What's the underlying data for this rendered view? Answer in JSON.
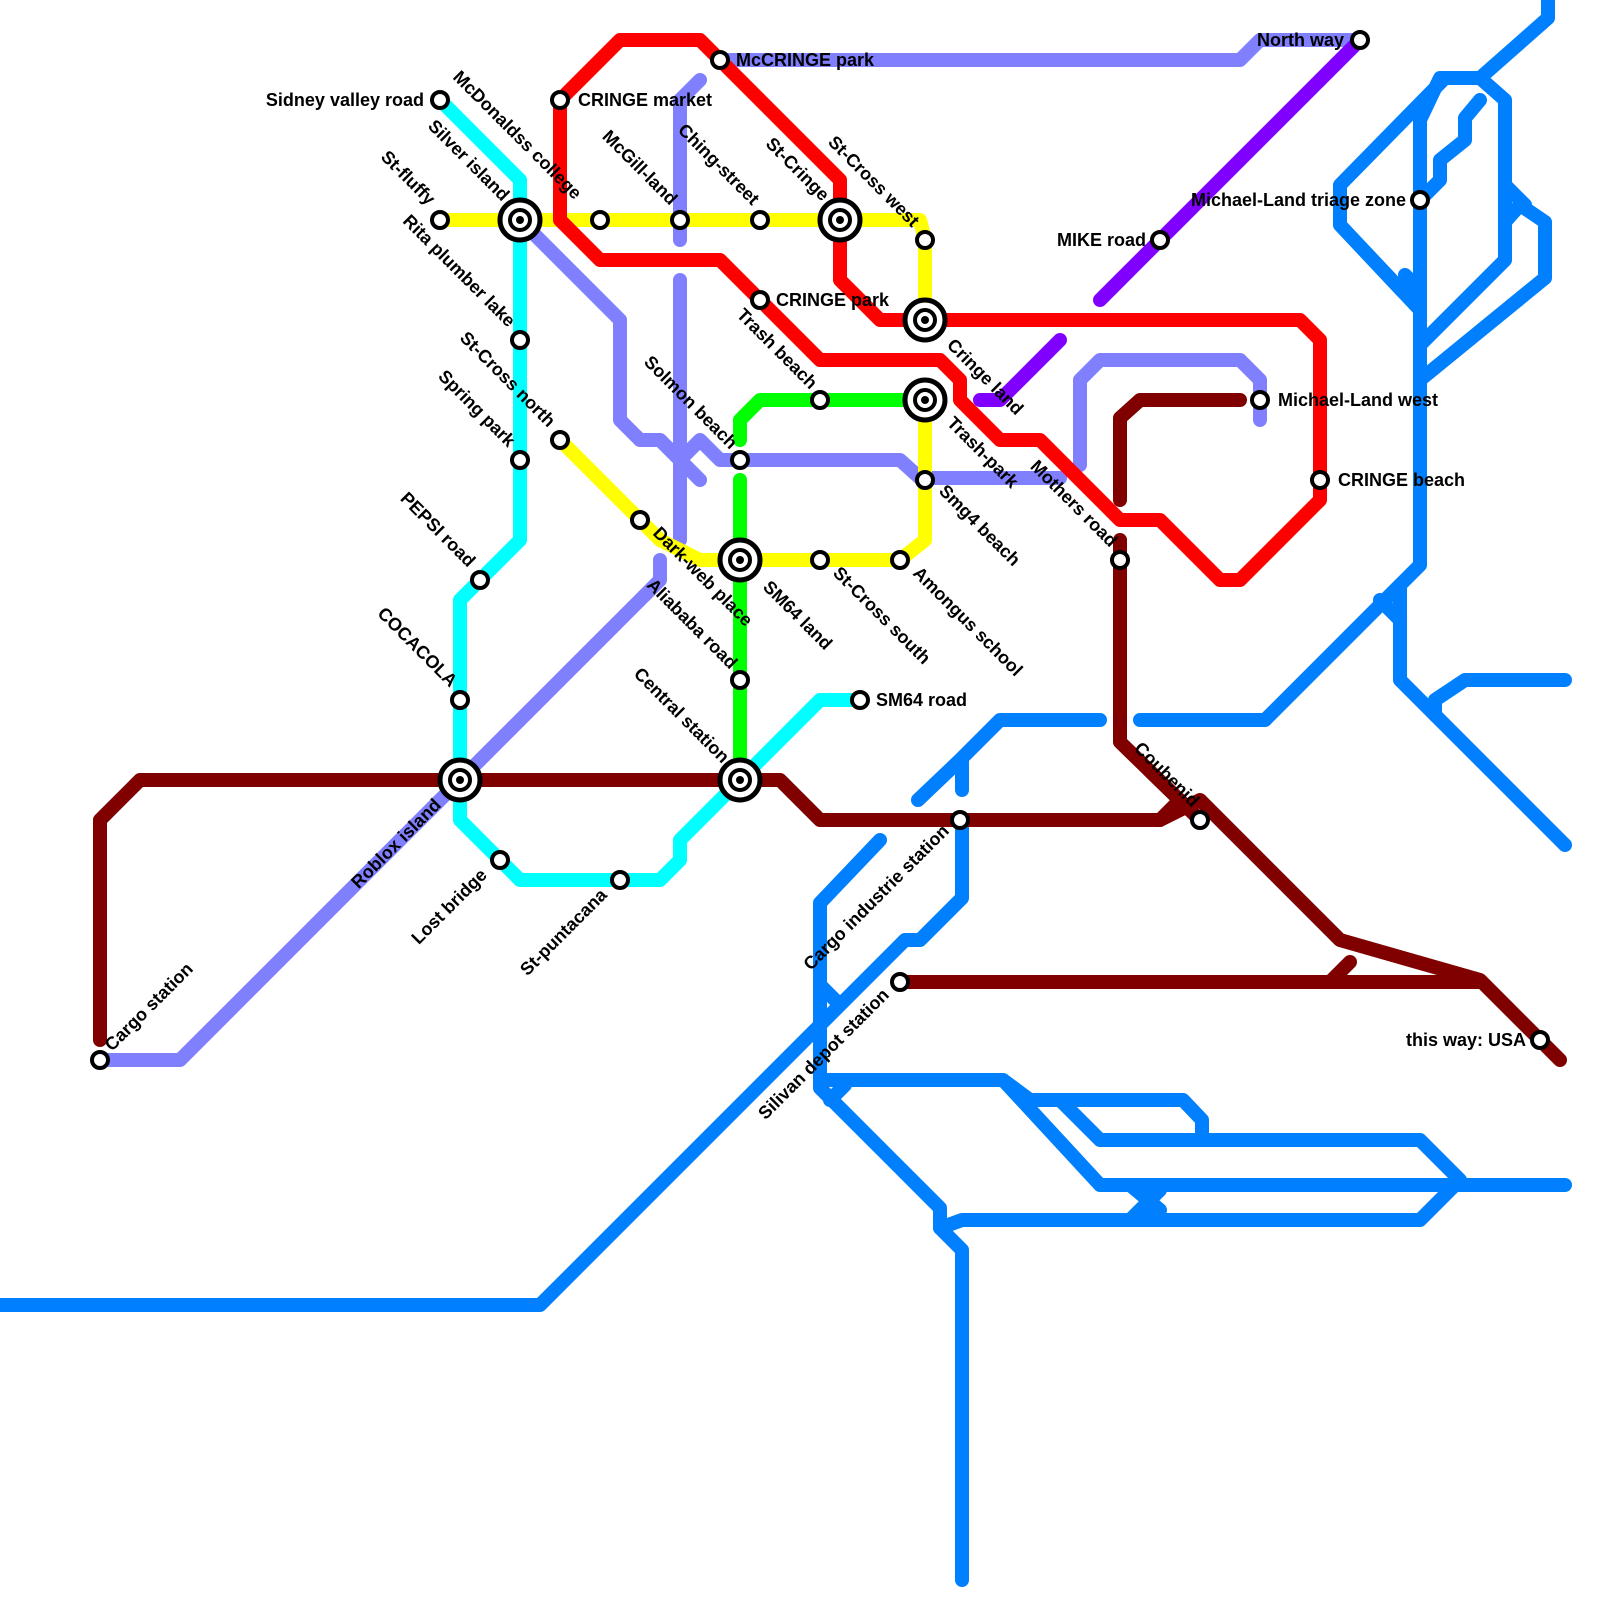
{
  "map": {
    "colors": {
      "red": "#ff0000",
      "periwinkle": "#8080ff",
      "cyan": "#00ffff",
      "yellow": "#ffff00",
      "green": "#00ff00",
      "purple": "#8000ff",
      "maroon": "#800000",
      "blue": "#0080ff"
    },
    "stations": {
      "sidney_valley_road": "Sidney valley road",
      "mcdonaldss_college": "McDonaldss college",
      "silver_island": "Silver island",
      "st_fluffy": "St-fluffy",
      "rita_plumber_lake": "Rita plumber lake",
      "st_cross_north": "St-Cross north",
      "spring_park": "Spring park",
      "pepsi_road": "PEPSI road",
      "cocacola": "COCACOLA",
      "roblox_island": "Roblox island",
      "cargo_station": "Cargo station",
      "lost_bridge": "Lost bridge",
      "st_puntacana": "St-puntacana",
      "cringe_market": "CRINGE market",
      "mccringe_park": "McCRINGE park",
      "north_way": "North way",
      "mcgill_land": "McGill-land",
      "ching_street": "Ching-street",
      "st_cringe": "St-Cringe",
      "st_cross_west": "St-Cross west",
      "cringe_park": "CRINGE park",
      "trash_beach": "Trash beach",
      "solmon_beach": "Solmon beach",
      "dark_web_place": "Dark-web place",
      "aliababa_road": "Aliababa road",
      "central_station": "Central station",
      "sm64_land": "SM64 land",
      "st_cross_south": "St-Cross south",
      "amongus_school": "Amongus school",
      "sm64_road": "SM64 road",
      "smg4_beach": "Smg4 beach",
      "trash_park": "Trash-park",
      "cringe_land": "Cringe land",
      "mothers_road": "Mothers road",
      "mike_road": "MIKE road",
      "michael_land_triage_zone": "Michael-Land triage zone",
      "michael_land_west": "Michael-Land west",
      "cringe_beach": "CRINGE beach",
      "coubenid": "Coubenid",
      "cargo_industrie_station": "Cargo industrie station",
      "silivan_depot_station": "Silivan depot station",
      "this_way_usa": "this way: USA"
    }
  }
}
